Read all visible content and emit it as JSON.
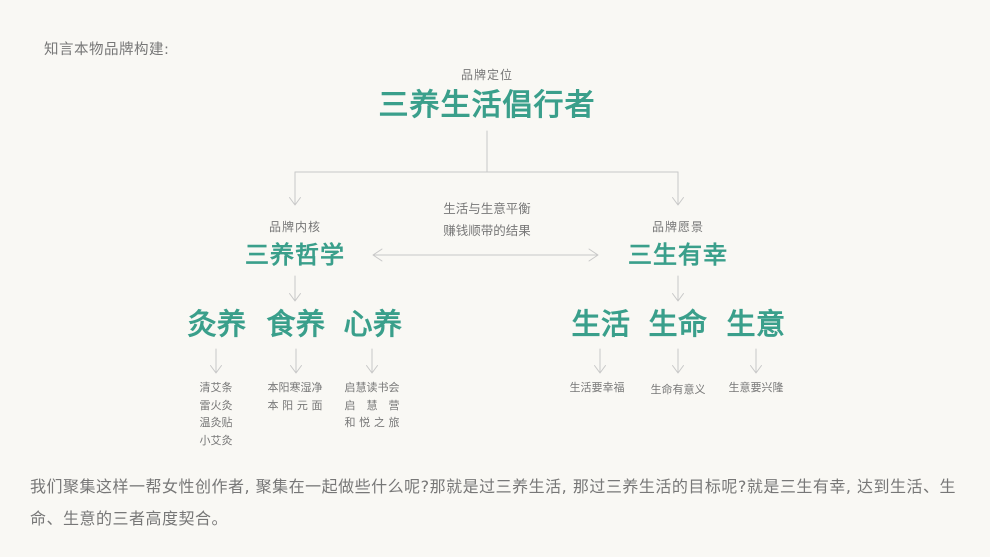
{
  "header": {
    "title": "知言本物品牌构建:"
  },
  "root": {
    "caption": "品牌定位",
    "title": "三养生活倡行者"
  },
  "bridge": {
    "lines": [
      "生活与生意平衡",
      "赚钱顺带的结果"
    ]
  },
  "left": {
    "caption": "品牌内核",
    "title": "三养哲学",
    "children": [
      {
        "title": "灸养",
        "items": [
          "清艾条",
          "雷火灸",
          "温灸贴",
          "小艾灸"
        ]
      },
      {
        "title": "食养",
        "items": [
          "本阳寒湿净",
          "本 阳 元 面"
        ]
      },
      {
        "title": "心养",
        "items": [
          "启慧读书会",
          "启 慧 营",
          "和 悦 之 旅"
        ]
      }
    ]
  },
  "right": {
    "caption": "品牌愿景",
    "title": "三生有幸",
    "children": [
      {
        "title": "生活",
        "items": [
          "生活要幸福"
        ]
      },
      {
        "title": "生命",
        "items": [
          "生命有意义"
        ]
      },
      {
        "title": "生意",
        "items": [
          "生意要兴隆"
        ]
      }
    ]
  },
  "summary": "我们聚集这样一帮女性创作者, 聚集在一起做些什么呢?那就是过三养生活, 那过三养生活的目标呢?就是三生有幸, 达到生活、生命、生意的三者高度契合。",
  "colors": {
    "accent": "#3a9f8b",
    "text": "#777777",
    "line": "#c8c8c8",
    "background": "#f9f8f4"
  }
}
